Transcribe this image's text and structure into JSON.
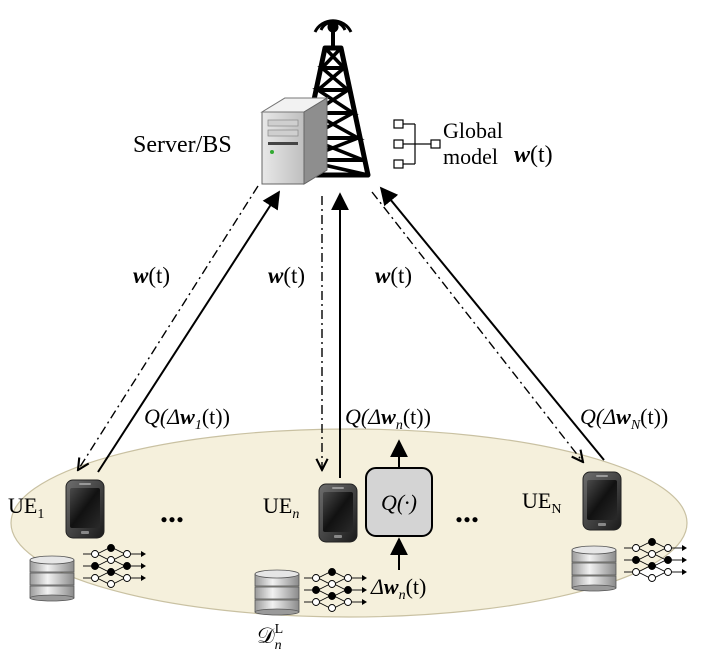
{
  "server": {
    "label": "Server/BS"
  },
  "global_model": {
    "line1": "Global",
    "line2": "model",
    "symbol": "w",
    "arg": "(t)"
  },
  "downlink": [
    {
      "symbol": "w",
      "arg": "(t)"
    },
    {
      "symbol": "w",
      "arg": "(t)"
    },
    {
      "symbol": "w",
      "arg": "(t)"
    }
  ],
  "uplink": {
    "ue1": {
      "pre": "Q(",
      "delta": "Δ",
      "w": "w",
      "sub": "1",
      "post": "(t))"
    },
    "uen": {
      "pre": "Q(",
      "delta": "Δ",
      "w": "w",
      "sub": "n",
      "post": "(t))"
    },
    "ueN": {
      "pre": "Q(",
      "delta": "Δ",
      "w": "w",
      "sub": "N",
      "post": "(t))"
    }
  },
  "ues": {
    "ue1": {
      "base": "UE",
      "sub": "1"
    },
    "uen": {
      "base": "UE",
      "sub": "n"
    },
    "ueN": {
      "base": "UE",
      "sub": "N"
    }
  },
  "ellipsis": "...",
  "quantizer": {
    "label": "Q(·)"
  },
  "local_update": {
    "delta": "Δ",
    "w": "w",
    "sub": "n",
    "post": "(t)"
  },
  "dataset": {
    "base": "𝒟",
    "sub": "n",
    "sup": "L"
  },
  "colors": {
    "ellipse_fill": "#f5f0dc",
    "ellipse_stroke": "#c9c1a2",
    "quantizer_fill": "#d4d4d4"
  }
}
